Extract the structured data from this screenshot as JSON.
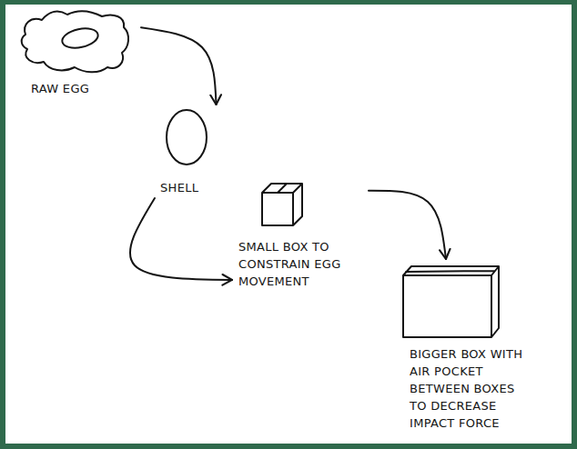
{
  "diagram": {
    "nodes": [
      {
        "text": [
          "RAW EGG"
        ]
      },
      {
        "text": [
          "SHELL"
        ]
      },
      {
        "text": [
          "SMALL BOX TO CONSTRAIN EGG MOVEMENT"
        ]
      },
      {
        "text": [
          "BIGGER BOX WITH AIR POCKET BETWEEN BOXES TO DECREASE IMPACT FORCE"
        ]
      }
    ],
    "edges": [
      {
        "from": 0,
        "to": 1,
        "arrow": "to"
      },
      {
        "from": 1,
        "to": 2,
        "arrow": "to"
      },
      {
        "from": 2,
        "to": 3,
        "arrow": "to"
      }
    ]
  }
}
